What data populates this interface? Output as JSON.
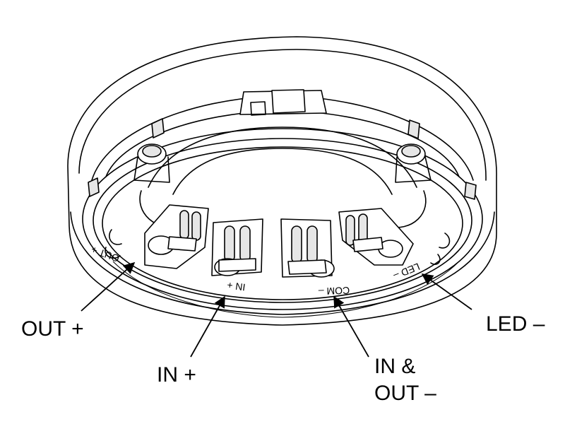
{
  "callouts": {
    "out_plus": "OUT +",
    "in_plus": "IN +",
    "in_out_minus_line1": "IN &",
    "in_out_minus_line2": "OUT –",
    "led_minus": "LED –"
  },
  "terminal_markings": {
    "out_plus": "OUT +",
    "in_plus": "IN +",
    "com_minus": "COM –",
    "led_minus": "LED –"
  },
  "colors": {
    "line": "#000000",
    "background": "#ffffff",
    "shade": "#e6e6e6"
  }
}
